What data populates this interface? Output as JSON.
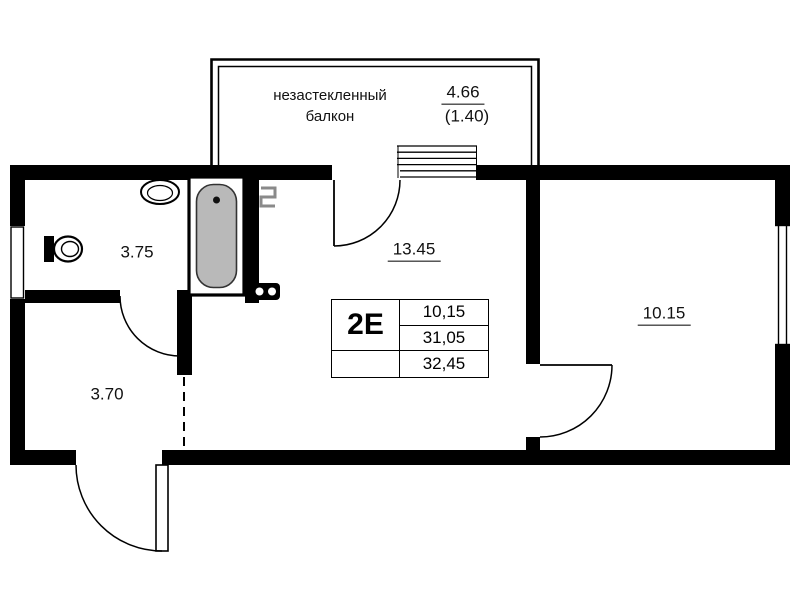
{
  "floor_plan": {
    "balcony": {
      "label_line1": "незастекленный",
      "label_line2": "балкон",
      "area": "4.66",
      "area_coeff": "(1.40)"
    },
    "rooms": {
      "bathroom": "3.75",
      "hallway": "3.70",
      "living_room": "13.45",
      "room": "10.15"
    },
    "legend": {
      "apartment_type": "2Е",
      "values": [
        "10,15",
        "31,05",
        "32,45"
      ]
    },
    "colors": {
      "wall": "#000000",
      "bathtub_fill": "#b9b9b9",
      "background": "#ffffff"
    }
  }
}
